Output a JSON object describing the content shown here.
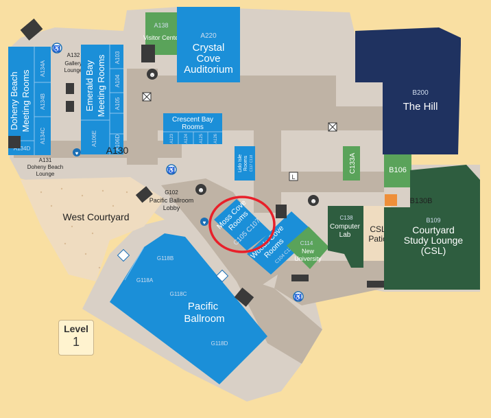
{
  "colors": {
    "background": "#f9dfa2",
    "corridor": "#bfb3a5",
    "blue": "#1b8fd8",
    "navy": "#1f3260",
    "green": "#2e5d3f",
    "light_green": "#5aa35a",
    "orange": "#ee8f3a",
    "highlight_circle": "#e8202a"
  },
  "rooms": {
    "a138": {
      "code": "A138",
      "name": "Visitor Center"
    },
    "a220": {
      "code": "A220",
      "name_line1": "Crystal",
      "name_line2": "Cove",
      "name_line3": "Auditorium"
    },
    "a132": {
      "code": "A132",
      "name_line1": "Gallery",
      "name_line2": "Lounge"
    },
    "doheny": {
      "line1": "Doheny Beach",
      "line2": "Meeting Rooms",
      "codes": [
        "A134A",
        "A134B",
        "A134C",
        "A134D"
      ]
    },
    "emerald": {
      "line1": "Emerald Bay",
      "line2": "Meeting Rooms",
      "codes": [
        "A103",
        "A104",
        "A105",
        "A106D",
        "A106E"
      ]
    },
    "crescent": {
      "line1": "Crescent Bay",
      "line2": "Rooms",
      "codes": [
        "A123",
        "A124",
        "A125",
        "A126"
      ]
    },
    "a131": {
      "code": "A131",
      "name_line1": "Doheny Beach",
      "name_line2": "Lounge"
    },
    "a130": {
      "code": "A130"
    },
    "lido": {
      "line1": "Lido Isle",
      "line2": "Rooms",
      "codes": "C117 C118"
    },
    "g102": {
      "code": "G102",
      "name_line1": "Pacific Ballroom",
      "name_line2": "Lobby"
    },
    "west_courtyard": {
      "name": "West Courtyard"
    },
    "moss": {
      "line1": "Moss Cove",
      "line2": "Rooms",
      "codes": "C105 C107"
    },
    "woods": {
      "line1": "Woods Cove",
      "line2": "Rooms",
      "codes": "C104 C110"
    },
    "c114": {
      "code": "C114",
      "name_line1": "New",
      "name_line2": "University"
    },
    "c138": {
      "code": "C138",
      "name_line1": "Computer",
      "name_line2": "Lab"
    },
    "csl_patio": {
      "line1": "CSL",
      "line2": "Patio"
    },
    "c133a": {
      "code": "C133A"
    },
    "b200": {
      "code": "B200",
      "name": "The Hill"
    },
    "b106": {
      "code": "B106"
    },
    "b130b": {
      "code": "B130B"
    },
    "b109": {
      "code": "B109",
      "name_line1": "Courtyard",
      "name_line2": "Study Lounge",
      "name_line3": "(CSL)"
    },
    "ballroom": {
      "name_line1": "Pacific",
      "name_line2": "Ballroom",
      "codes": [
        "G118A",
        "G118B",
        "G118C",
        "G118D"
      ]
    }
  },
  "icons": [
    "stairs-icon",
    "restroom-icon",
    "accessible-icon",
    "elevator-icon",
    "lactation-heart-icon",
    "first-aid-icon"
  ],
  "level": {
    "label": "Level",
    "number": "1"
  }
}
